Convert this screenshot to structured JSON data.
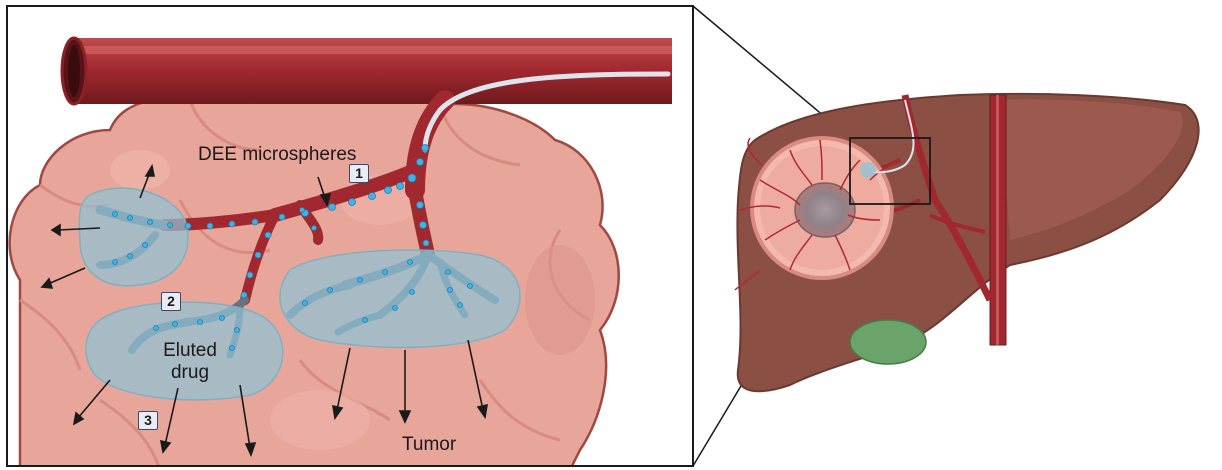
{
  "labels": {
    "microspheres": "DEE microspheres",
    "eluted_line1": "Eluted",
    "eluted_line2": "drug",
    "tumor": "Tumor"
  },
  "steps": [
    "1",
    "2",
    "3"
  ],
  "colors": {
    "vessel": "#a0282e",
    "vessel_dark": "#6e1a1e",
    "tissue": "#e8a59a",
    "tissue_edge": "#9e4a42",
    "microsphere": "#3fb3e6",
    "drug_cloud": "#8fc4d6",
    "liver": "#8b4f44",
    "liver_light": "#a86356",
    "gallbladder": "#6aa46a",
    "catheter": "#dfe3ee"
  }
}
